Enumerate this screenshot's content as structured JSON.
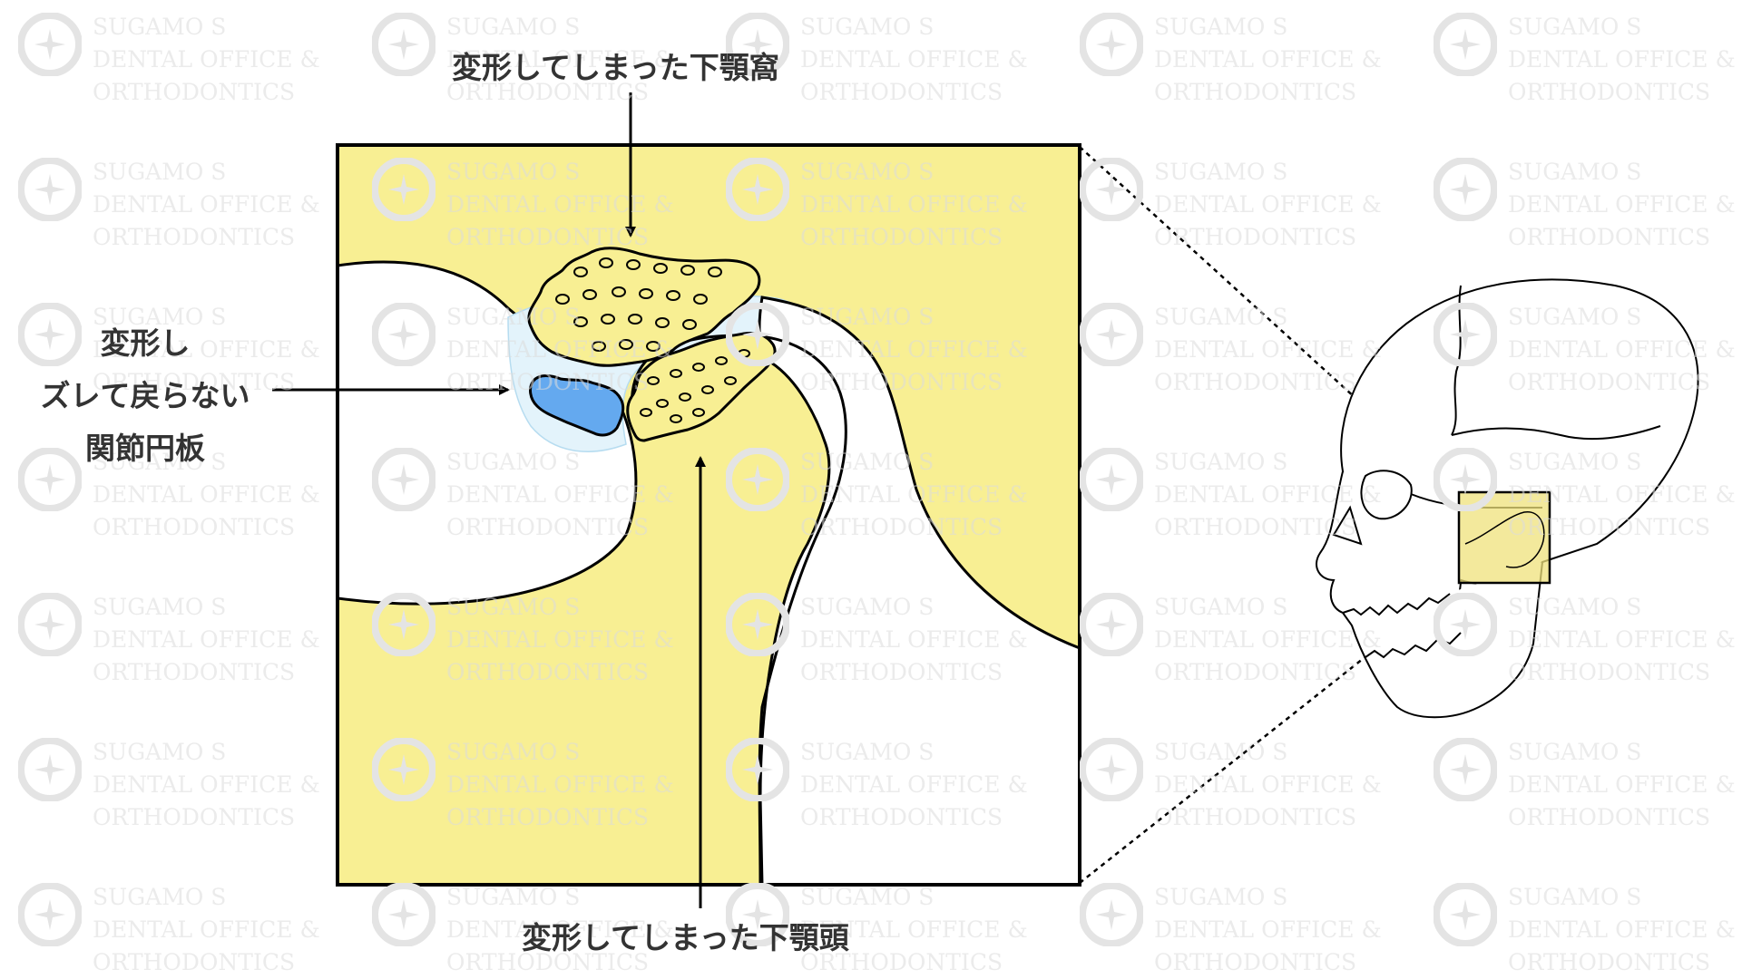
{
  "labels": {
    "fossa": "変形してしまった下顎窩",
    "condyle": "変形してしまった下顎頭",
    "disc_lines": [
      "変形し",
      "ズレて戻らない",
      "関節円板"
    ]
  },
  "watermark": {
    "lines": [
      "SUGAMO S",
      "DENTAL OFFICE &",
      "ORTHODONTICS"
    ]
  },
  "colors": {
    "bone": "#f8ef93",
    "disc": "#64a9ef",
    "tissue": "#e3f3fb",
    "outline": "#000000",
    "text": "#333333",
    "highlight": "#efe27b"
  },
  "icons": {
    "watermark_logo": "clinic-logo-icon",
    "skull": "skull-icon"
  }
}
